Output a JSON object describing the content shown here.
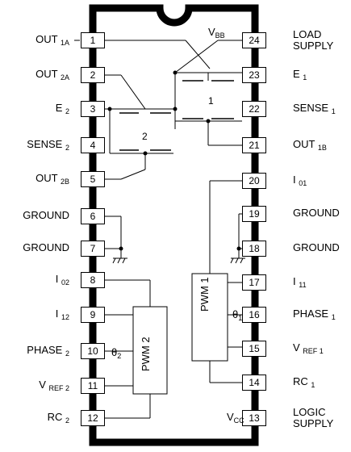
{
  "pins": [
    {
      "n": "1",
      "side": "L",
      "label": "OUT",
      "sub": "1A"
    },
    {
      "n": "2",
      "side": "L",
      "label": "OUT",
      "sub": "2A"
    },
    {
      "n": "3",
      "side": "L",
      "label": "E",
      "sub": "2"
    },
    {
      "n": "4",
      "side": "L",
      "label": "SENSE",
      "sub": "2"
    },
    {
      "n": "5",
      "side": "L",
      "label": "OUT",
      "sub": "2B"
    },
    {
      "n": "6",
      "side": "L",
      "label": "GROUND",
      "sub": ""
    },
    {
      "n": "7",
      "side": "L",
      "label": "GROUND",
      "sub": ""
    },
    {
      "n": "8",
      "side": "L",
      "label": "I",
      "sub": "02"
    },
    {
      "n": "9",
      "side": "L",
      "label": "I",
      "sub": "12"
    },
    {
      "n": "10",
      "side": "L",
      "label": "PHASE",
      "sub": "2"
    },
    {
      "n": "11",
      "side": "L",
      "label": "V",
      "sub": "REF 2"
    },
    {
      "n": "12",
      "side": "L",
      "label": "RC",
      "sub": "2"
    },
    {
      "n": "24",
      "side": "R",
      "label": "LOAD",
      "label2": "SUPPLY",
      "sub": ""
    },
    {
      "n": "23",
      "side": "R",
      "label": "E",
      "sub": "1"
    },
    {
      "n": "22",
      "side": "R",
      "label": "SENSE",
      "sub": "1"
    },
    {
      "n": "21",
      "side": "R",
      "label": "OUT",
      "sub": "1B"
    },
    {
      "n": "20",
      "side": "R",
      "label": "I",
      "sub": "01"
    },
    {
      "n": "19",
      "side": "R",
      "label": "GROUND",
      "sub": ""
    },
    {
      "n": "18",
      "side": "R",
      "label": "GROUND",
      "sub": ""
    },
    {
      "n": "17",
      "side": "R",
      "label": "I",
      "sub": "11"
    },
    {
      "n": "16",
      "side": "R",
      "label": "PHASE",
      "sub": "1"
    },
    {
      "n": "15",
      "side": "R",
      "label": "V",
      "sub": "REF 1"
    },
    {
      "n": "14",
      "side": "R",
      "label": "RC",
      "sub": "1"
    },
    {
      "n": "13",
      "side": "R",
      "label": "LOGIC",
      "label2": "SUPPLY",
      "sub": ""
    }
  ],
  "internal": {
    "vbb": "V",
    "vbb_sub": "BB",
    "vcc": "V",
    "vcc_sub": "CC",
    "bridge1": "1",
    "bridge2": "2",
    "pwm1": "PWM 1",
    "pwm2": "PWM 2",
    "theta1": "θ",
    "theta1_sub": "1",
    "theta2": "θ",
    "theta2_sub": "2"
  }
}
